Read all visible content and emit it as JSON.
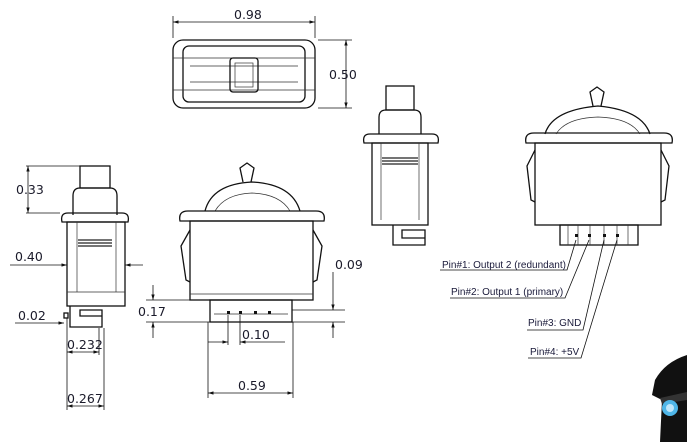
{
  "dimensions": {
    "top_width": "0.98",
    "top_height": "0.50",
    "button_height": "0.33",
    "side_width": "0.40",
    "offset": "0.02",
    "connector_inner": "0.232",
    "connector_outer": "0.267",
    "connector_height": "0.17",
    "connector_offset": "0.09",
    "pin_pitch": "0.10",
    "connector_width": "0.59"
  },
  "pins": [
    {
      "label": "Pin#1: Output 2 (redundant)"
    },
    {
      "label": "Pin#2: Output 1 (primary)"
    },
    {
      "label": "Pin#3: GND"
    },
    {
      "label": "Pin#4: +5V"
    }
  ],
  "colors": {
    "line": "#111111",
    "text": "#1a1a2a",
    "photo_led": "#4fb6e8"
  }
}
